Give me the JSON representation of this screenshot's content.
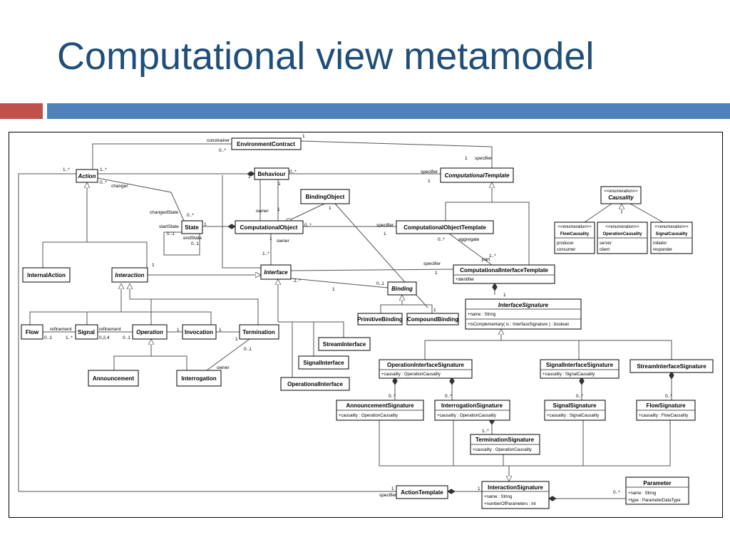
{
  "slide": {
    "title": "Computational view metamodel"
  },
  "classes": [
    {
      "id": "EnvironmentContract",
      "name": "EnvironmentContract",
      "abstract": false
    },
    {
      "id": "Action",
      "name": "Action",
      "abstract": true
    },
    {
      "id": "Behaviour",
      "name": "Behaviour",
      "abstract": false
    },
    {
      "id": "ComputationalTemplate",
      "name": "ComputationalTemplate",
      "abstract": true
    },
    {
      "id": "Causality",
      "name": "Causality",
      "stereotype": "<<enumeration>>",
      "abstract": true
    },
    {
      "id": "FlowCausality",
      "name": "FlowCausality",
      "stereotype": "<<enumeration>>",
      "literals": [
        "producer",
        "consumer"
      ]
    },
    {
      "id": "OperationCausality",
      "name": "OperationCausality",
      "stereotype": "<<enumeration>>",
      "literals": [
        "server",
        "client"
      ]
    },
    {
      "id": "SignalCausality",
      "name": "SignalCausality",
      "stereotype": "<<enumeration>>",
      "literals": [
        "initiator",
        "responder"
      ]
    },
    {
      "id": "BindingObject",
      "name": "BindingObject",
      "abstract": false
    },
    {
      "id": "State",
      "name": "State",
      "abstract": false
    },
    {
      "id": "ComputationalObject",
      "name": "ComputationalObject",
      "abstract": false
    },
    {
      "id": "ComputationalObjectTemplate",
      "name": "ComputationalObjectTemplate",
      "abstract": false
    },
    {
      "id": "InternalAction",
      "name": "InternalAction",
      "abstract": false
    },
    {
      "id": "Interaction",
      "name": "Interaction",
      "abstract": true
    },
    {
      "id": "Interface",
      "name": "Interface",
      "abstract": true
    },
    {
      "id": "ComputationalInterfaceTemplate",
      "name": "ComputationalInterfaceTemplate",
      "attributes": [
        "+identifier"
      ]
    },
    {
      "id": "Binding",
      "name": "Binding",
      "abstract": true
    },
    {
      "id": "PrimitiveBinding",
      "name": "PrimitiveBinding",
      "abstract": false
    },
    {
      "id": "CompoundBinding",
      "name": "CompoundBinding",
      "abstract": false
    },
    {
      "id": "InterfaceSignature",
      "name": "InterfaceSignature",
      "abstract": true,
      "attributes": [
        "+name : String",
        "+isComplementary( is : InterfaceSignature ) : boolean"
      ]
    },
    {
      "id": "Flow",
      "name": "Flow",
      "abstract": false
    },
    {
      "id": "Signal",
      "name": "Signal",
      "abstract": false
    },
    {
      "id": "Operation",
      "name": "Operation",
      "abstract": true
    },
    {
      "id": "Invocation",
      "name": "Invocation",
      "abstract": false
    },
    {
      "id": "Termination",
      "name": "Termination",
      "abstract": false
    },
    {
      "id": "StreamInterface",
      "name": "StreamInterface",
      "abstract": false
    },
    {
      "id": "SignalInterface",
      "name": "SignalInterface",
      "abstract": false
    },
    {
      "id": "OperationalInterface",
      "name": "OperationalInterface",
      "abstract": false
    },
    {
      "id": "Announcement",
      "name": "Announcement",
      "abstract": false
    },
    {
      "id": "Interrogation",
      "name": "Interrogation",
      "abstract": false
    },
    {
      "id": "OperationInterfaceSignature",
      "name": "OperationInterfaceSignature",
      "attributes": [
        "+causality : OperationCausality"
      ]
    },
    {
      "id": "SignalInterfaceSignature",
      "name": "SignalInterfaceSignature",
      "attributes": [
        "+causality : SignalCausality"
      ]
    },
    {
      "id": "StreamInterfaceSignature",
      "name": "StreamInterfaceSignature",
      "attributes": []
    },
    {
      "id": "AnnouncementSignature",
      "name": "AnnouncementSignature",
      "attributes": [
        "+causality : OperationCausality"
      ]
    },
    {
      "id": "InterrogationSignature",
      "name": "InterrogationSignature",
      "attributes": [
        "+causality : OperationCausality"
      ]
    },
    {
      "id": "SignalSignature",
      "name": "SignalSignature",
      "attributes": [
        "+causality : SignalCausality"
      ]
    },
    {
      "id": "FlowSignature",
      "name": "FlowSignature",
      "attributes": [
        "+causality : FlowCausality"
      ]
    },
    {
      "id": "TerminationSignature",
      "name": "TerminationSignature",
      "attributes": [
        "+causality : OperationCausality"
      ]
    },
    {
      "id": "ActionTemplate",
      "name": "ActionTemplate",
      "abstract": false
    },
    {
      "id": "InteractionSignature",
      "name": "InteractionSignature",
      "attributes": [
        "+name : String",
        "+numberOfParameters : int"
      ]
    },
    {
      "id": "Parameter",
      "name": "Parameter",
      "attributes": [
        "+name : String",
        "+type : ParameterDataType"
      ]
    }
  ],
  "labels": [
    "constrainer",
    "0..*",
    "1",
    "1..*",
    "1..*",
    "0..*",
    "0..*",
    "changer",
    "1",
    "specifier",
    "1",
    "specifier",
    "1",
    "1",
    "0..*",
    "changedState",
    "startState",
    "0..1",
    "1",
    "endState",
    "0..1",
    "1",
    "owner",
    "1",
    "specifier",
    "1",
    "0..*",
    "1",
    "aggregate",
    "1..*",
    "owner",
    "part",
    "1..*",
    "0..*",
    "specifier",
    "1",
    "1",
    "2..*",
    "0..1",
    "1",
    "1",
    "1",
    "refinement",
    "refinement",
    "0..1",
    "1..*",
    "0,2,4",
    "0..1",
    "1",
    "1",
    "1",
    "0..1",
    "owner",
    "0..*",
    "0..*",
    "0..*",
    "0..*",
    "1..*",
    "1",
    "specifier",
    "1",
    "0..*"
  ]
}
